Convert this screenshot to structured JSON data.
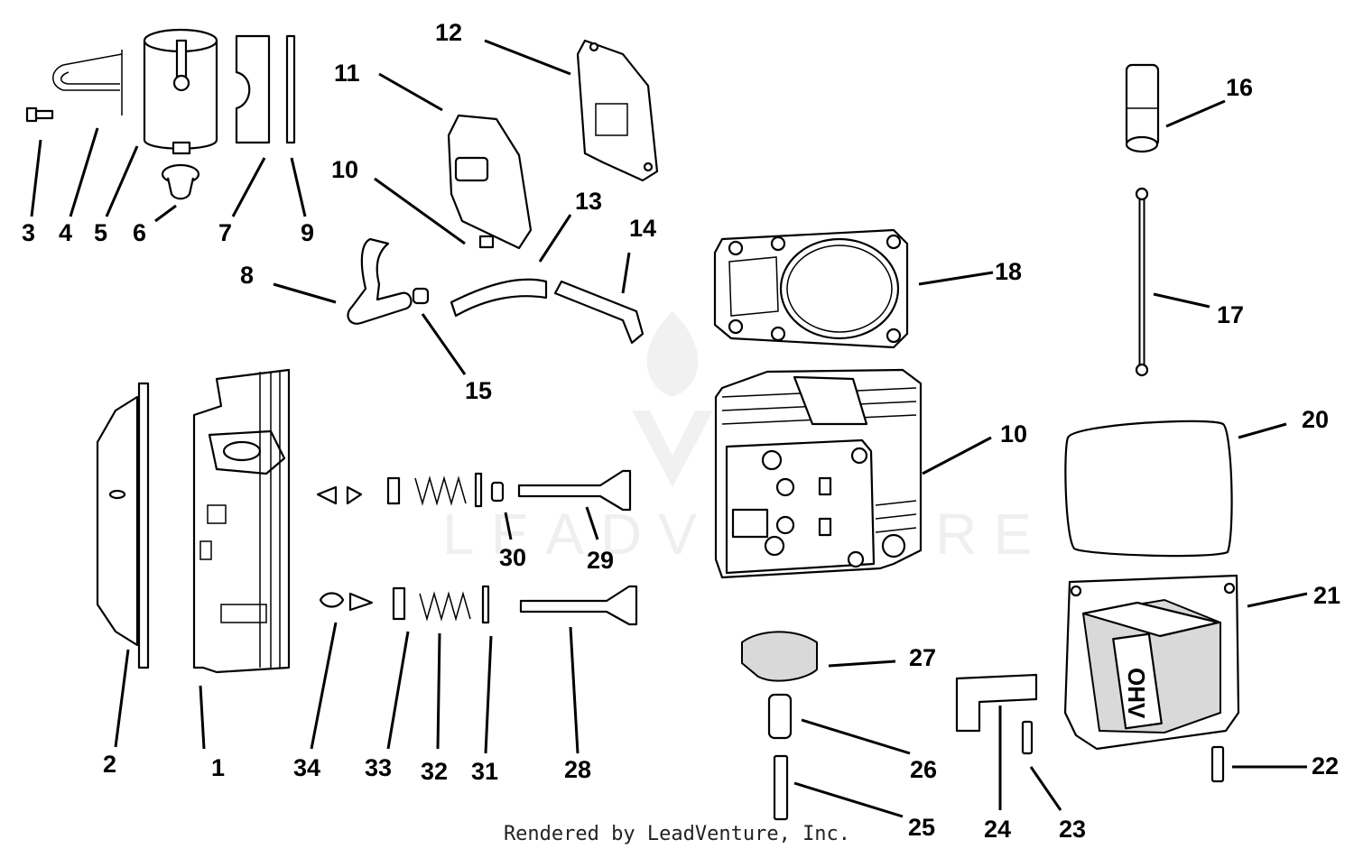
{
  "watermark": "LEADVENTURE",
  "footer": "Rendered by LeadVenture, Inc.",
  "callouts": [
    "1",
    "2",
    "3",
    "4",
    "5",
    "6",
    "7",
    "8",
    "9",
    "10",
    "10",
    "11",
    "12",
    "13",
    "14",
    "15",
    "16",
    "17",
    "18",
    "20",
    "21",
    "22",
    "23",
    "24",
    "25",
    "26",
    "27",
    "28",
    "29",
    "30",
    "31",
    "32",
    "33",
    "34"
  ]
}
